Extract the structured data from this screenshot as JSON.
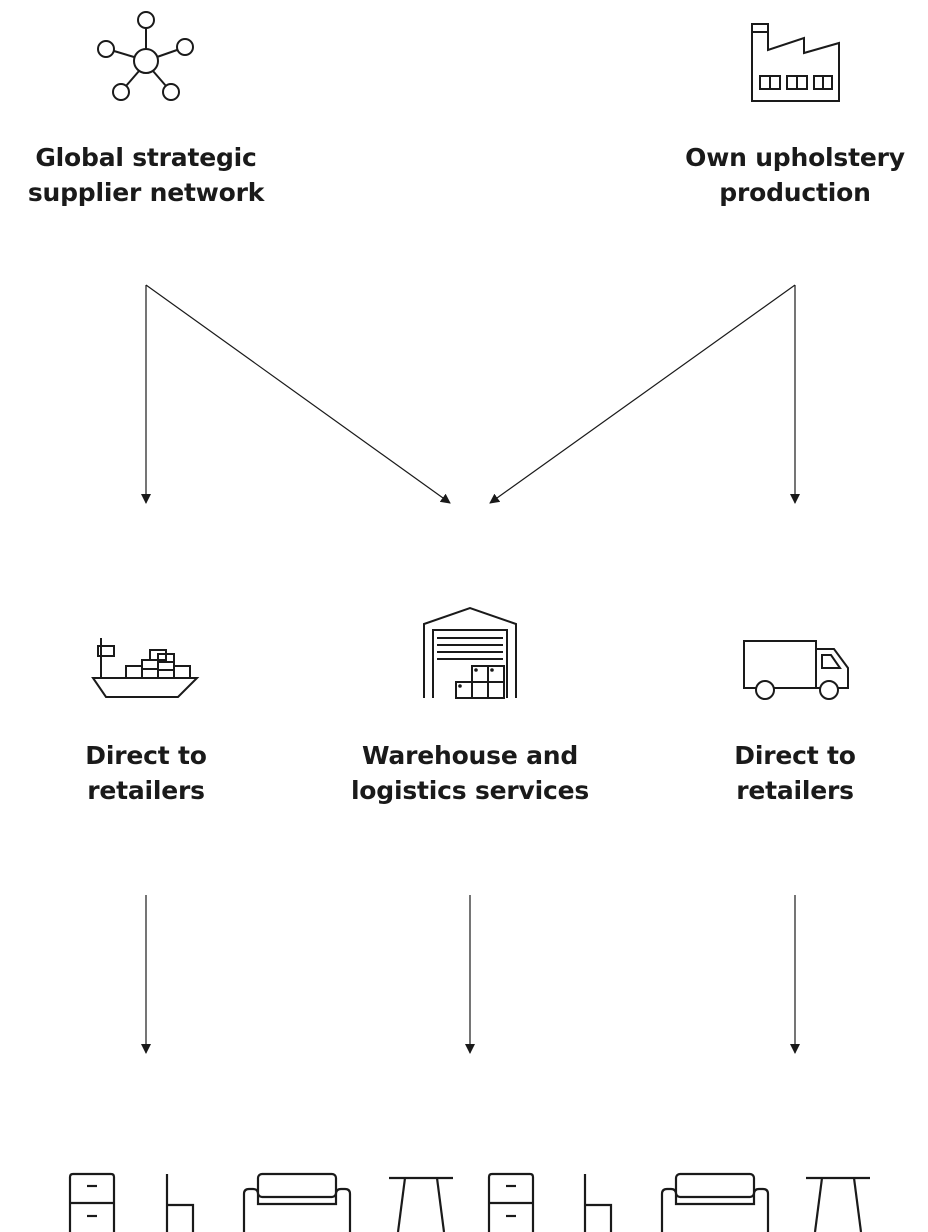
{
  "nodes": {
    "supplier_network": {
      "lines": [
        "Global strategic",
        "supplier network"
      ],
      "icon": "network-icon"
    },
    "upholstery_production": {
      "lines": [
        "Own upholstery",
        "production"
      ],
      "icon": "factory-icon"
    },
    "direct_left": {
      "lines": [
        "Direct to",
        "retailers"
      ],
      "icon": "cargo-ship-icon"
    },
    "warehouse": {
      "lines": [
        "Warehouse and",
        "logistics services"
      ],
      "icon": "warehouse-icon"
    },
    "direct_right": {
      "lines": [
        "Direct to",
        "retailers"
      ],
      "icon": "truck-icon"
    }
  },
  "furniture_icons": [
    "cabinet-icon",
    "chair-icon",
    "sofa-icon",
    "table-icon",
    "cabinet-icon",
    "chair-icon",
    "sofa-icon",
    "table-icon"
  ]
}
